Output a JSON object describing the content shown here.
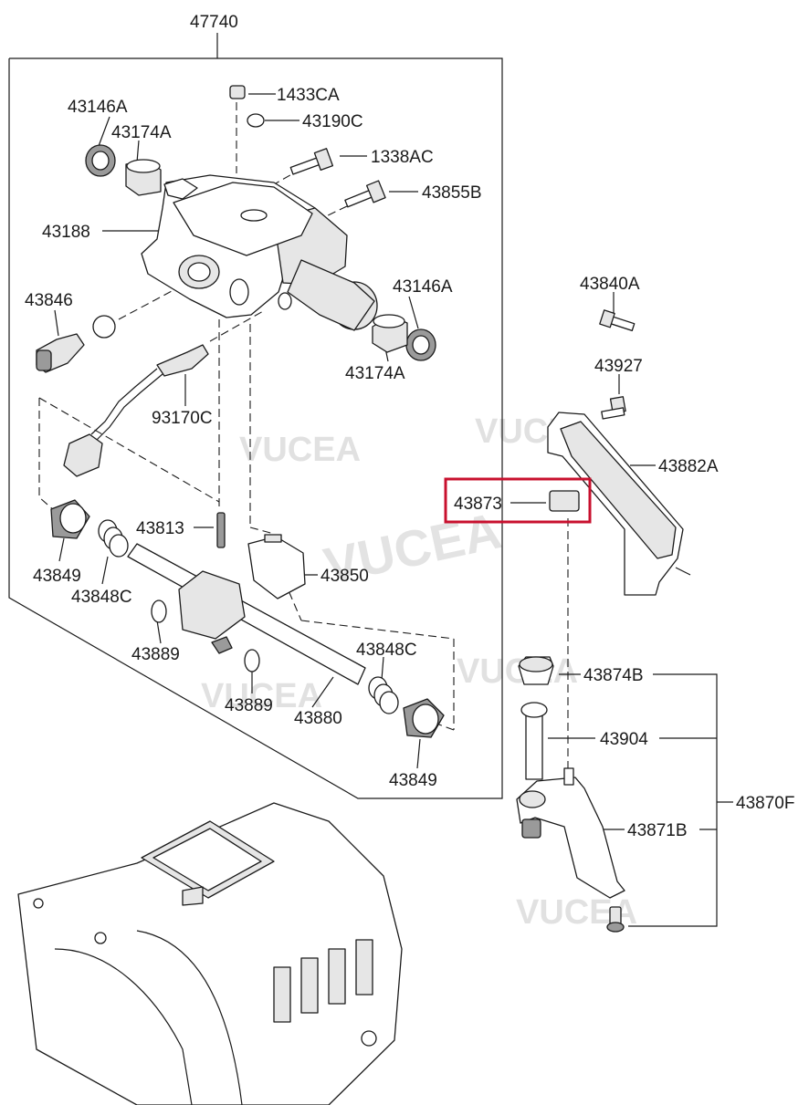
{
  "diagram": {
    "group_label": "47740",
    "labels": {
      "p1433CA": "1433CA",
      "p43190C": "43190C",
      "p1338AC": "1338AC",
      "p43855B": "43855B",
      "p43146A_top": "43146A",
      "p43174A_top": "43174A",
      "p43188": "43188",
      "p43846": "43846",
      "p43146A_right": "43146A",
      "p43174A_right": "43174A",
      "p93170C": "93170C",
      "p43813": "43813",
      "p43850": "43850",
      "p43849_left": "43849",
      "p43848C_left": "43848C",
      "p43889_left": "43889",
      "p43848C_right": "43848C",
      "p43889_right": "43889",
      "p43880": "43880",
      "p43849_right": "43849",
      "p43840A": "43840A",
      "p43927": "43927",
      "p43882A": "43882A",
      "p43873": "43873",
      "p43874B": "43874B",
      "p43904": "43904",
      "p43870F": "43870F",
      "p43871B": "43871B"
    },
    "highlighted_part": "43873",
    "highlight_color": "#c8102e",
    "watermark": "VUCEA"
  }
}
